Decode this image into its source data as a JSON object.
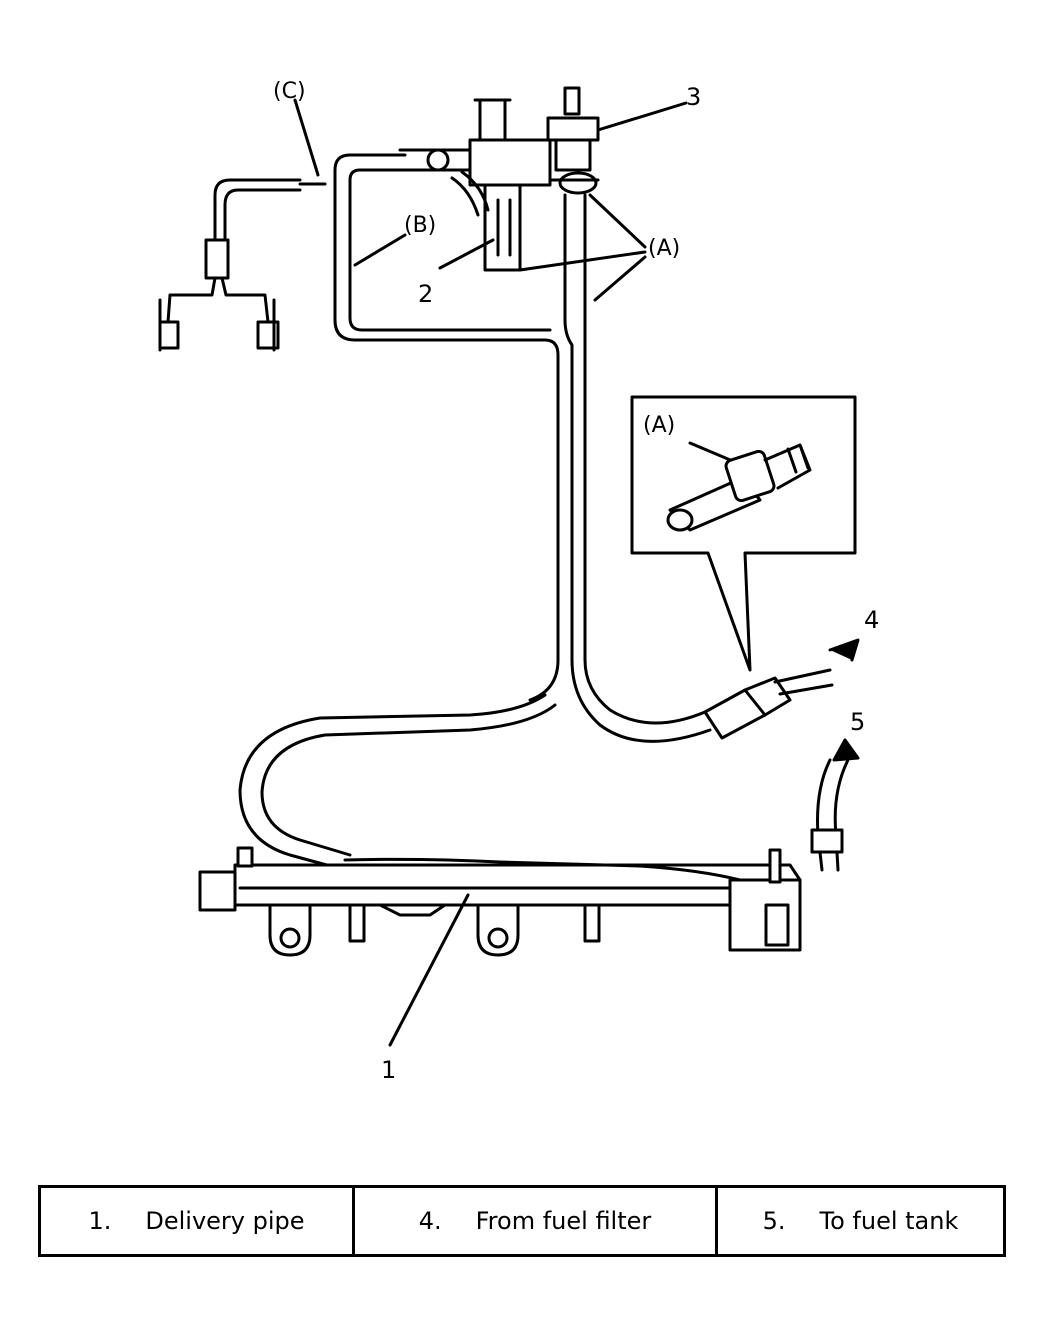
{
  "diagram": {
    "callouts": {
      "c": "(C)",
      "b": "(B)",
      "a": "(A)",
      "inset_a": "(A)",
      "n1": "1",
      "n2": "2",
      "n3": "3",
      "n4": "4",
      "n5": "5"
    }
  },
  "legend": [
    {
      "num": "1.",
      "text": "Delivery pipe"
    },
    {
      "num": "4.",
      "text": "From fuel filter"
    },
    {
      "num": "5.",
      "text": "To fuel tank"
    }
  ]
}
